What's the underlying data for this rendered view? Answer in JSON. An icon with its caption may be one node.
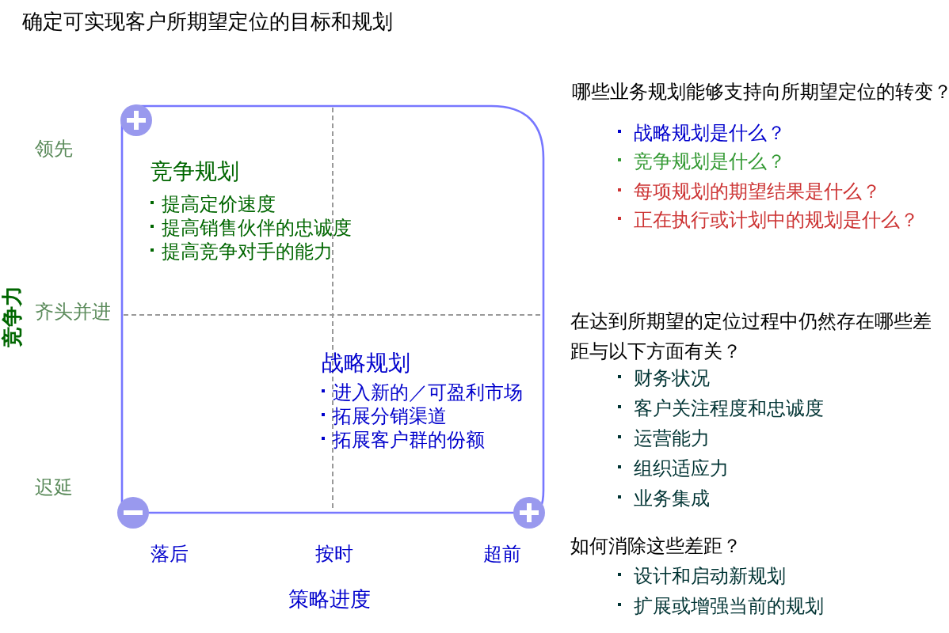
{
  "diagram": {
    "title": "确定可实现客户所期望定位的目标和规划",
    "labels": [
      "领先",
      "竞争规划",
      "提高定价速度",
      "提高销售伙伴的忠诚度",
      "提高竞争对手的能力",
      "竞争力",
      "齐头并进",
      "战略规划",
      "进入新的／可盈利市场",
      "拓展分销渠道",
      "拓展客户群的份额",
      "迟延",
      "落后",
      "按时",
      "超前",
      "策略进度",
      "哪些业务规划能够支持向所期望定位的转变？",
      "战略规划是什么？",
      "竞争规划是什么？",
      "每项规划的期望结果是什么？",
      "正在执行或计划中的规划是什么？",
      "在达到所期望的定位过程中仍然存在哪些差距与以下方面有关？",
      "财务状况",
      "客户关注程度和忠诚度",
      "运营能力",
      "组织适应力",
      "业务集成",
      "如何消除这些差距？",
      "设计和启动新规划",
      "扩展或增强当前的规划"
    ]
  }
}
